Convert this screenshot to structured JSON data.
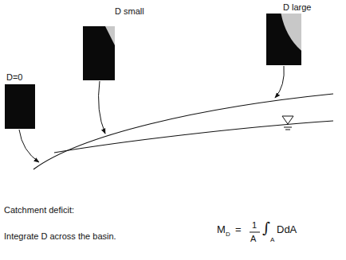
{
  "diagram": {
    "nodes": [
      {
        "text": [
          "D=0"
        ]
      },
      {
        "text": [
          "D small"
        ]
      },
      {
        "text": [
          "D large"
        ]
      }
    ],
    "labels": [
      "Catchment deficit:",
      "Integrate D across the basin.",
      "M",
      "D",
      "=",
      "1",
      "A",
      "∫",
      "A",
      "DdA"
    ]
  }
}
